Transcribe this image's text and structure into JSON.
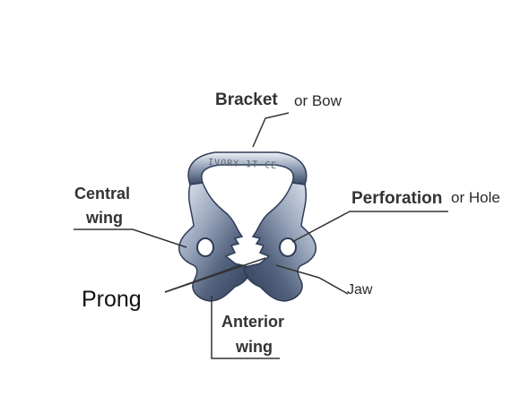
{
  "labels": {
    "bracket": "Bracket",
    "or_bow": "or Bow",
    "central_line1": "Central",
    "central_line2": "wing",
    "perforation": "Perforation",
    "or_hole": "or Hole",
    "jaw": "Jaw",
    "prong": "Prong",
    "anterior_line1": "Anterior",
    "anterior_line2": "wing"
  },
  "stamp_text": "IVORY 1T CE",
  "colors": {
    "metal_dark": "#3a4a68",
    "metal_mid": "#8f9cb3",
    "metal_light": "#dfe5ee",
    "leader_line": "#333333",
    "label_text": "#2b2b2b"
  }
}
